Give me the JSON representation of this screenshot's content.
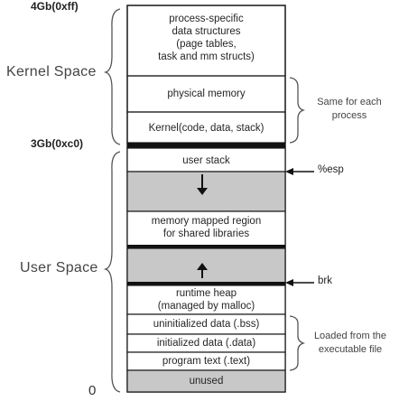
{
  "addresses": {
    "top": "4Gb(0xff)",
    "kernel_boundary": "3Gb(0xc0)",
    "bottom": "0"
  },
  "space_labels": {
    "kernel": "Kernel Space",
    "user": "User Space"
  },
  "segments": {
    "process_specific": [
      "process-specific",
      "data structures",
      "(page tables,",
      "task and mm structs)"
    ],
    "physical_memory": "physical memory",
    "kernel_code": "Kernel(code, data, stack)",
    "user_stack": "user stack",
    "memory_mapped": [
      "memory mapped region",
      "for shared libraries"
    ],
    "runtime_heap": [
      "runtime heap",
      "(managed by malloc)"
    ],
    "uninitialized": "uninitialized data (.bss)",
    "initialized": "initialized data (.data)",
    "program_text": "program text (.text)",
    "unused": "unused"
  },
  "side_notes": {
    "same": [
      "Same for each",
      "process"
    ],
    "loaded": [
      "Loaded from the",
      "executable file"
    ]
  },
  "pointers": {
    "esp": "%esp",
    "brk": "brk"
  },
  "colors": {
    "outline": "#1a1a1a",
    "gap_fill": "#c8c8c8",
    "unused_fill": "#c8c8c8",
    "brace": "#555555",
    "text": "#262626"
  }
}
